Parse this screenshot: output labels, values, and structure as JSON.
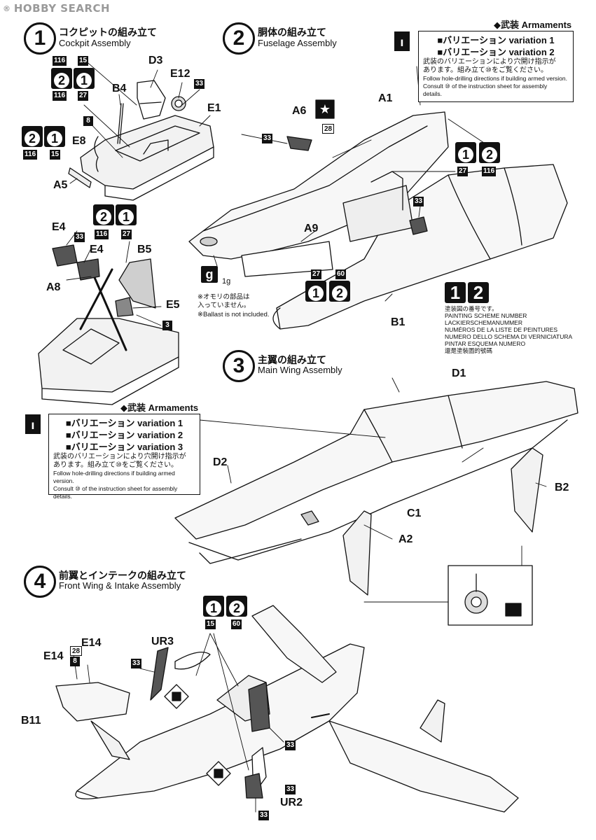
{
  "watermark": "HOBBY SEARCH",
  "steps": [
    {
      "number": "1",
      "title_jp": "コクピットの組み立て",
      "title_en": "Cockpit Assembly"
    },
    {
      "number": "2",
      "title_jp": "胴体の組み立て",
      "title_en": "Fuselage Assembly"
    },
    {
      "number": "3",
      "title_jp": "主翼の組み立て",
      "title_en": "Main Wing Assembly"
    },
    {
      "number": "4",
      "title_jp": "前翼とインテークの組み立て",
      "title_en": "Front Wing & Intake Assembly"
    }
  ],
  "armaments": {
    "heading": "◆武装 Armaments",
    "box1": {
      "variations": [
        "■バリエーション variation 1",
        "■バリエーション variation 2"
      ],
      "note_jp_1": "武装のバリエーションにより穴開け指示が",
      "note_jp_2": "あります。組み立て⑩をご覧ください。",
      "note_en_1": "Follow hole-drilling directions if building armed version.",
      "note_en_2": "Consult ⑩ of the instruction sheet for assembly",
      "note_en_3": "details."
    },
    "box2": {
      "variations": [
        "■バリエーション variation 1",
        "■バリエーション variation 2",
        "■バリエーション variation 3"
      ],
      "note_jp_1": "武装のバリエーションにより穴開け指示が",
      "note_jp_2": "あります。組み立て⑩をご覧ください。",
      "note_en_1": "Follow hole-drilling directions if building armed version.",
      "note_en_2": "Consult ⑩ of the instruction sheet for assembly",
      "note_en_3": "details."
    }
  },
  "ballast": {
    "icon": "g",
    "weight": "1g",
    "note_jp_1": "※オモリの部品は",
    "note_jp_2": "入っていません。",
    "note_en": "※Ballast is not included."
  },
  "painting_legend": {
    "icons": [
      "1",
      "2"
    ],
    "lines": [
      "塗装図の番号です。",
      "PAINTING SCHEME NUMBER",
      "LACKIERSCHEMANUMMER",
      "NUMÉROS DE LA LISTE DE PEINTURES",
      "NUMERO DELLO SCHEMA DI VERNICIATURA",
      "PINTAR ESQUEMA NUMERO",
      "還是塗裝圖的號碼"
    ]
  },
  "paint_codes": [
    "116",
    "15",
    "27",
    "8",
    "33",
    "28",
    "60"
  ],
  "parts": {
    "s1": [
      "D3",
      "E12",
      "B4",
      "E1",
      "E8",
      "A5",
      "E4",
      "E4",
      "B5",
      "A8",
      "E5"
    ],
    "s2": [
      "A6",
      "A1",
      "A9",
      "B1"
    ],
    "s3": [
      "D1",
      "D2",
      "B2",
      "C1",
      "A2"
    ],
    "s4": [
      "UR3",
      "E14",
      "E14",
      "B11",
      "UR2"
    ]
  },
  "colors": {
    "ink": "#111111",
    "panel": "#dcdcdc",
    "watermark": "#9a9a9a"
  }
}
